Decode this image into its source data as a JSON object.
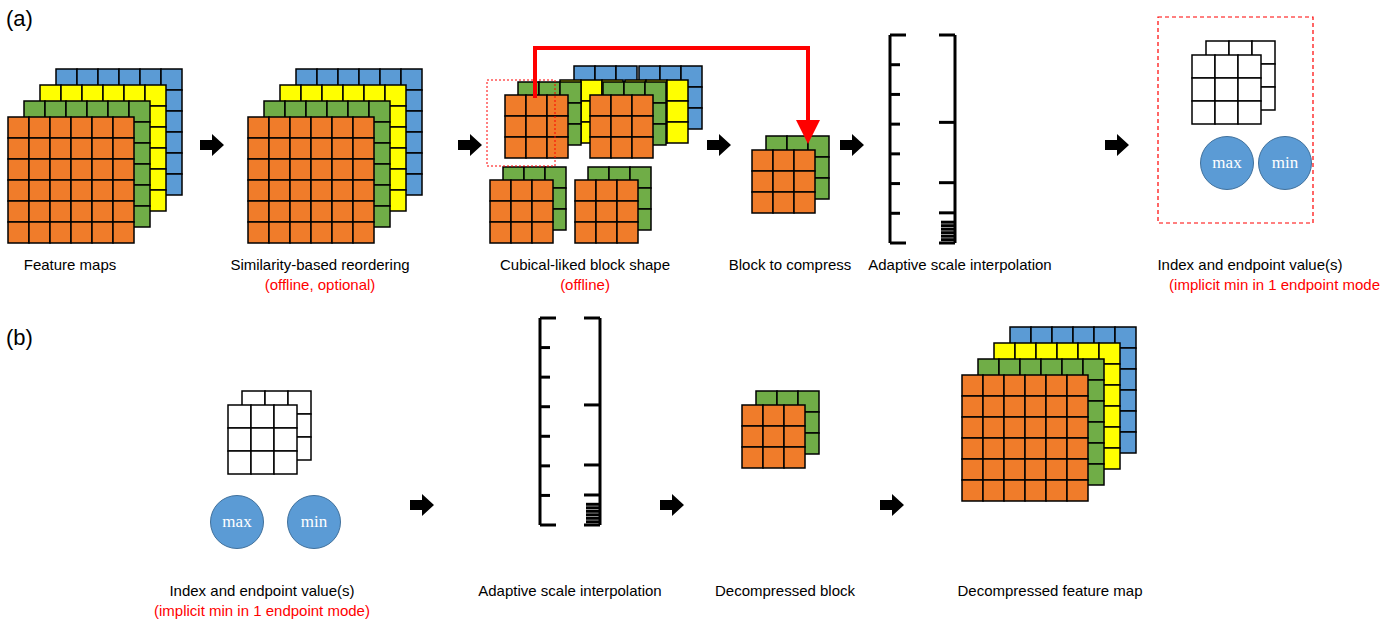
{
  "diagram": {
    "nodes": [
      {
        "text": [
          "max"
        ]
      },
      {
        "text": [
          "min"
        ]
      },
      {
        "text": [
          "max"
        ]
      },
      {
        "text": [
          "min"
        ]
      }
    ],
    "labels": [
      "(a)",
      "Feature maps",
      "Similarity-based reordering",
      "(offline, optional)",
      "Cubical-liked block shape",
      "(offline)",
      "Block to compress",
      "Adaptive scale interpolation",
      "Index and endpoint value(s)",
      "(implicit min in 1 endpoint mode",
      "(b)",
      "Index and endpoint value(s)",
      "(implicit min in 1 endpoint mode)",
      "Adaptive scale interpolation",
      "Decompressed block",
      "Decompressed feature map"
    ]
  }
}
